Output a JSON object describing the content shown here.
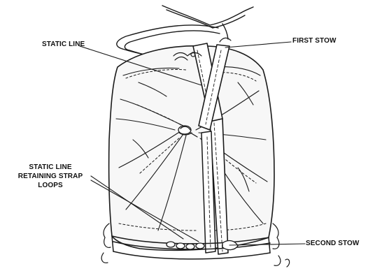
{
  "diagram": {
    "labels": {
      "static_line": "STATIC LINE",
      "first_stow": "FIRST STOW",
      "retaining_line1": "STATIC LINE",
      "retaining_line2": "RETAINING STRAP",
      "retaining_line3": "LOOPS",
      "second_stow": "SECOND STOW"
    },
    "ink_color": "#1a1a1a",
    "paper_color": "#ffffff",
    "bag_fill": "#f7f7f7"
  }
}
